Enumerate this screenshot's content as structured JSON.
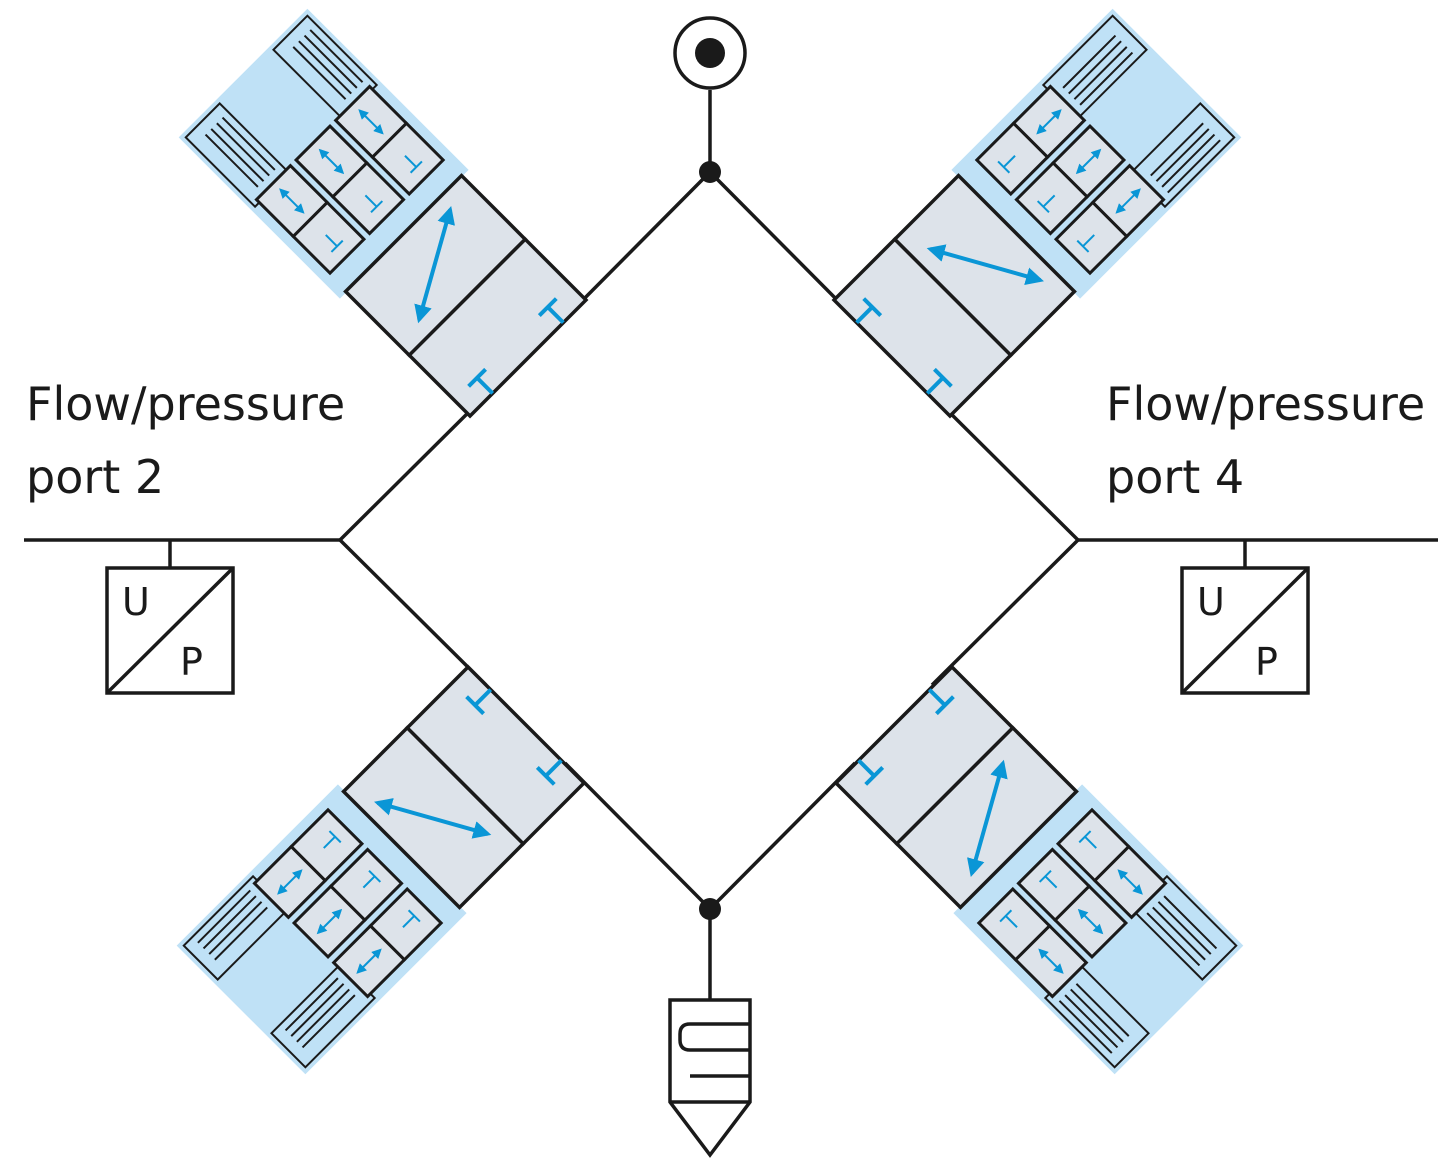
{
  "labels": {
    "port_left_line1": "Flow/pressure",
    "port_left_line2": "port 2",
    "port_right_line1": "Flow/pressure",
    "port_right_line2": "port 4",
    "transducer_top": "U",
    "transducer_bottom": "P"
  },
  "colors": {
    "line": "#1a1a1a",
    "valve_fill": "#dde3ea",
    "pilot_zone": "#bfe1f6",
    "flow_arrow": "#0a96d6"
  },
  "symbols": {
    "supply": "pressure-source-icon",
    "exhaust": "silencer-icon",
    "valve": "2-position-valve-icon",
    "transducer": "pressure-transducer-icon"
  }
}
